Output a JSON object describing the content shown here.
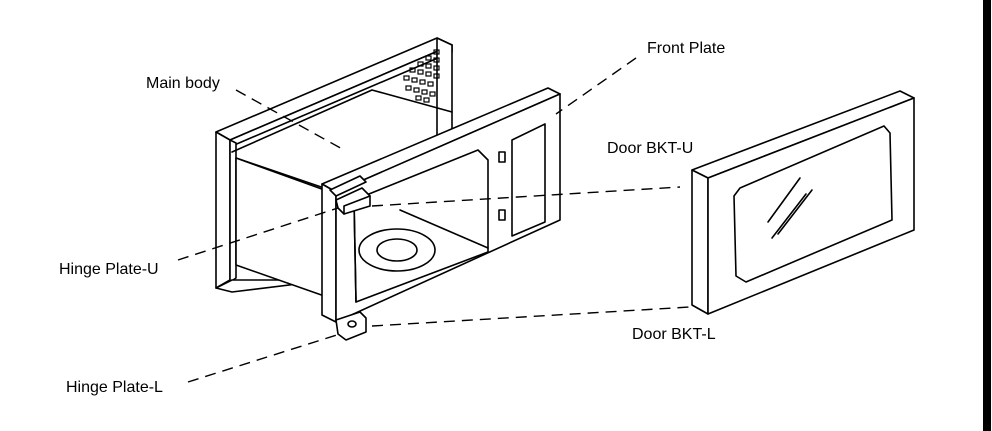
{
  "labels": {
    "main_body": "Main body",
    "front_plate": "Front Plate",
    "door_bkt_u": "Door BKT-U",
    "door_bkt_l": "Door BKT-L",
    "hinge_plate_u": "Hinge Plate-U",
    "hinge_plate_l": "Hinge Plate-L"
  }
}
